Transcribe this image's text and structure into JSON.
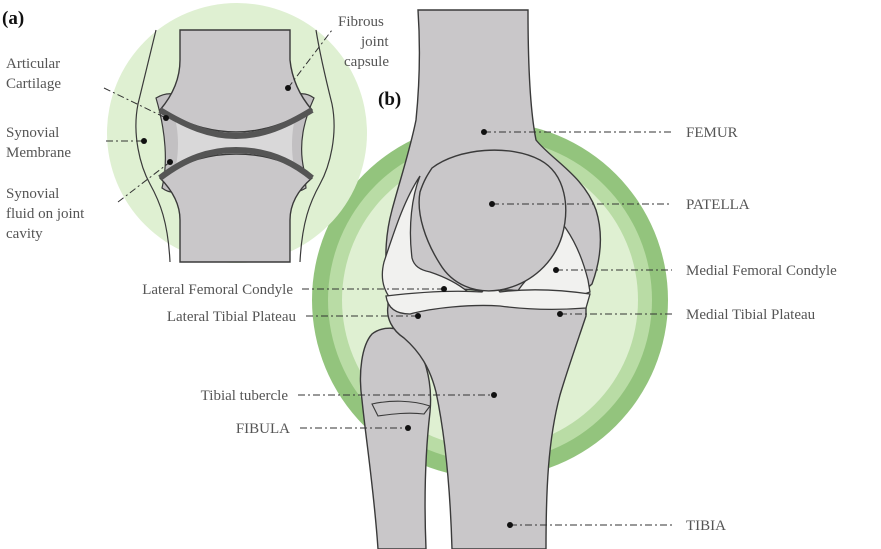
{
  "panel_a": {
    "letter": "(a)",
    "labels": {
      "fibrous_1": "Fibrous",
      "fibrous_2": "joint",
      "fibrous_3": "capsule",
      "articular_1": "Articular",
      "articular_2": "Cartilage",
      "synovial_mem_1": "Synovial",
      "synovial_mem_2": "Membrane",
      "fluid_1": "Synovial",
      "fluid_2": "fluid on joint",
      "fluid_3": "cavity"
    }
  },
  "panel_b": {
    "letter": "(b)",
    "labels": {
      "femur": "FEMUR",
      "patella": "PATELLA",
      "medial_condyle": "Medial Femoral Condyle",
      "medial_plateau": "Medial Tibial Plateau",
      "lateral_condyle": "Lateral Femoral Condyle",
      "lateral_plateau": "Lateral Tibial Plateau",
      "tibial_tubercle": "Tibial tubercle",
      "fibula": "FIBULA",
      "tibia": "TIBIA"
    }
  },
  "colors": {
    "green_dark": "#93c47d",
    "green_mid": "#b9dca5",
    "green_light": "#dff0d2",
    "bone": "#c9c7c9",
    "cartilage": "#f1f1ef"
  }
}
